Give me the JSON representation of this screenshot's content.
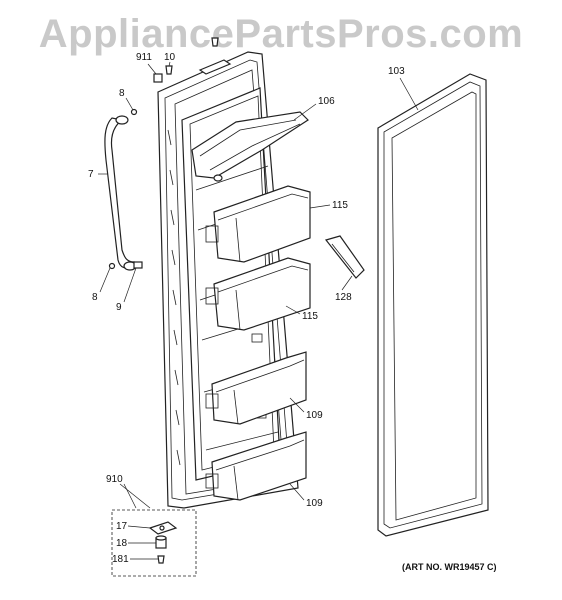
{
  "watermark": "AppliancePartsPros.com",
  "callouts": {
    "c911": "911",
    "c10": "10",
    "c8a": "8",
    "c7": "7",
    "c8b": "8",
    "c9": "9",
    "c106": "106",
    "c115a": "115",
    "c115b": "115",
    "c128": "128",
    "c109a": "109",
    "c109b": "109",
    "c103": "103",
    "c910": "910",
    "c17": "17",
    "c18": "18",
    "c181": "181"
  },
  "art_number": "(ART NO. WR19457 C)"
}
